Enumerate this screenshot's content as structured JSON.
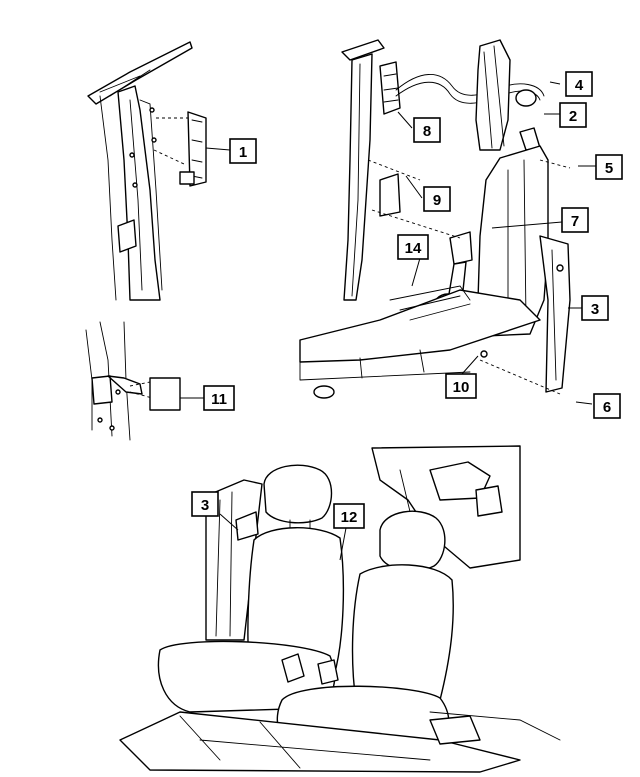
{
  "diagram": {
    "callouts": [
      {
        "id": "c1",
        "label": "1"
      },
      {
        "id": "c2",
        "label": "2"
      },
      {
        "id": "c3a",
        "label": "3"
      },
      {
        "id": "c3b",
        "label": "3"
      },
      {
        "id": "c4",
        "label": "4"
      },
      {
        "id": "c5",
        "label": "5"
      },
      {
        "id": "c6",
        "label": "6"
      },
      {
        "id": "c7",
        "label": "7"
      },
      {
        "id": "c8",
        "label": "8"
      },
      {
        "id": "c9",
        "label": "9"
      },
      {
        "id": "c10",
        "label": "10"
      },
      {
        "id": "c11",
        "label": "11"
      },
      {
        "id": "c12",
        "label": "12"
      },
      {
        "id": "c14",
        "label": "14"
      }
    ]
  }
}
